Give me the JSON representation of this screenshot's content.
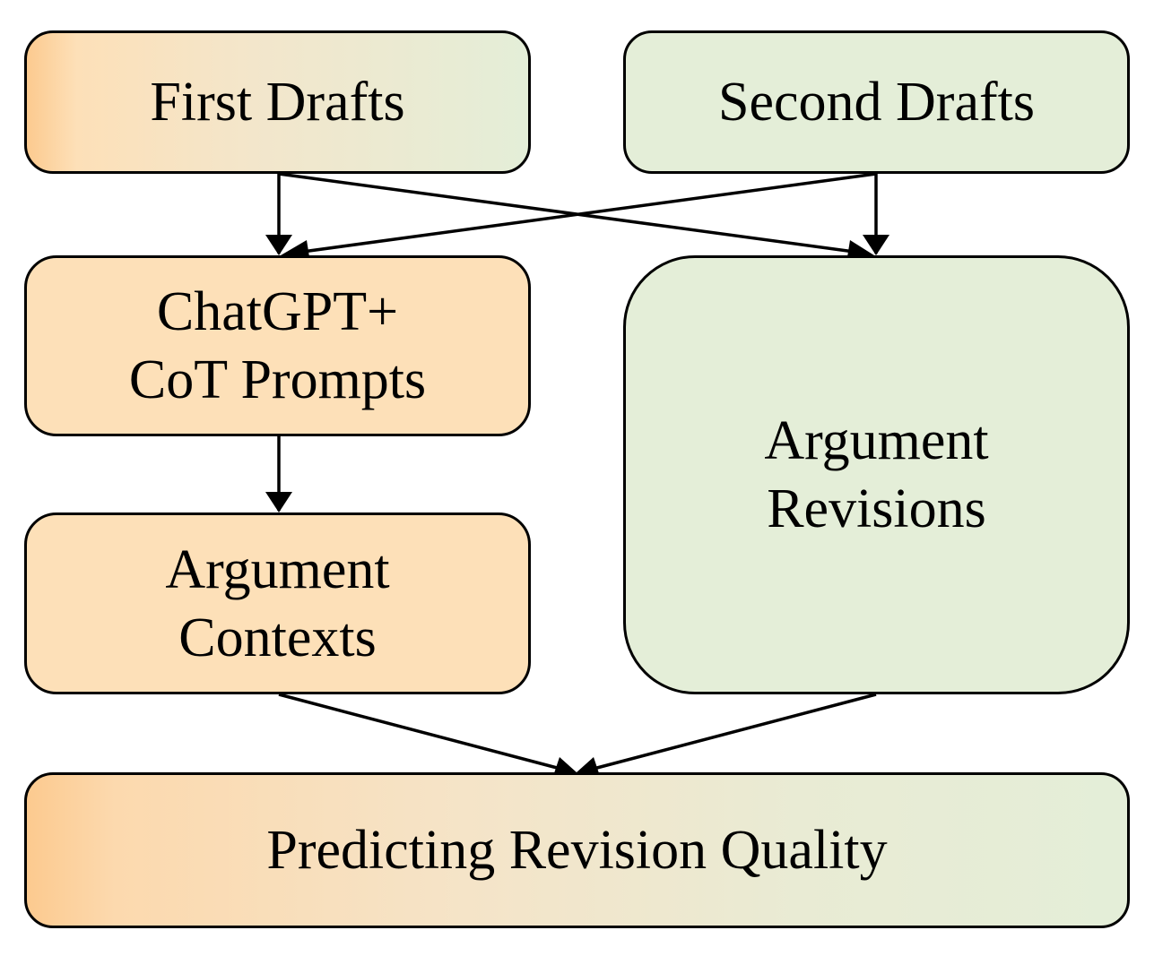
{
  "nodes": {
    "first_drafts": {
      "lines": [
        "First Drafts"
      ]
    },
    "second_drafts": {
      "lines": [
        "Second Drafts"
      ]
    },
    "chatgpt_cot": {
      "lines": [
        "ChatGPT+",
        "CoT Prompts"
      ]
    },
    "argument_revisions": {
      "lines": [
        "Argument",
        "Revisions"
      ]
    },
    "argument_contexts": {
      "lines": [
        "Argument",
        "Contexts"
      ]
    },
    "predicting": {
      "lines": [
        "Predicting Revision Quality"
      ]
    }
  },
  "edges": [
    {
      "from": "first_drafts",
      "to": "chatgpt_cot"
    },
    {
      "from": "first_drafts",
      "to": "argument_revisions"
    },
    {
      "from": "second_drafts",
      "to": "chatgpt_cot"
    },
    {
      "from": "second_drafts",
      "to": "argument_revisions"
    },
    {
      "from": "chatgpt_cot",
      "to": "argument_contexts"
    },
    {
      "from": "argument_contexts",
      "to": "predicting"
    },
    {
      "from": "argument_revisions",
      "to": "predicting"
    }
  ],
  "colors": {
    "orange": "#fcca8f",
    "peach": "#fde0b8",
    "green": "#e4eed8",
    "stroke": "#000000"
  }
}
